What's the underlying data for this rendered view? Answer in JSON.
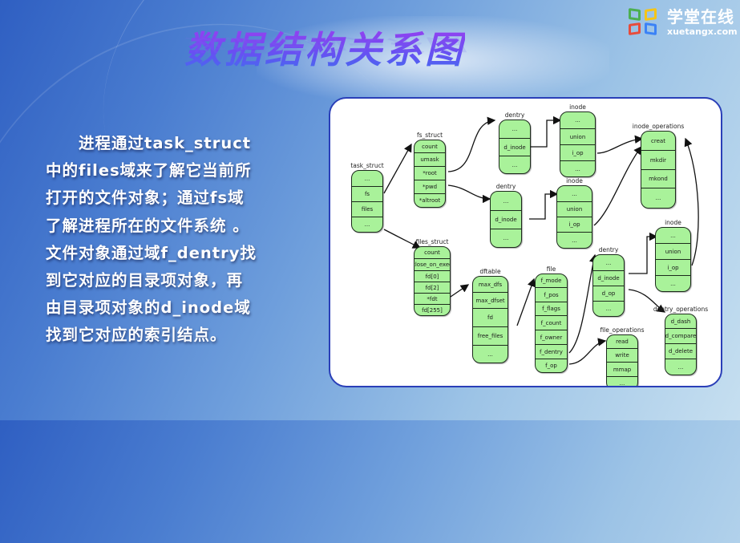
{
  "slide": {
    "title": "数据结构关系图",
    "brand": {
      "name_cn": "学堂在线",
      "name_en": "xuetangx.com",
      "colors": [
        "#4caf50",
        "#f5c518",
        "#e74c3c",
        "#3b82f6"
      ]
    },
    "description": [
      "　　进程通过task_struct",
      "中的files域来了解它当前所",
      "打开的文件对象；通过fs域",
      "了解进程所在的文件系统 。",
      "文件对象通过域f_dentry找",
      "到它对应的目录项对象，再",
      "由目录项对象的d_inode域",
      "找到它对应的索引结点。"
    ]
  },
  "diagram": {
    "colors": {
      "box_fill": "#a9f29a",
      "panel_border": "#2a3fb8"
    },
    "structs": {
      "task_struct": {
        "name": "task_struct",
        "fields": [
          "...",
          "fs",
          "files",
          "..."
        ]
      },
      "fs_struct": {
        "name": "fs_struct",
        "fields": [
          "count",
          "umask",
          "*root",
          "*pwd",
          "*altroot"
        ]
      },
      "dentry1": {
        "name": "dentry",
        "fields": [
          "...",
          "d_inode",
          "..."
        ]
      },
      "inode1": {
        "name": "inode",
        "fields": [
          "...",
          "union",
          "i_op",
          "..."
        ]
      },
      "dentry2": {
        "name": "dentry",
        "fields": [
          "...",
          "d_inode",
          "..."
        ]
      },
      "inode2": {
        "name": "inode",
        "fields": [
          "...",
          "union",
          "i_op",
          "..."
        ]
      },
      "inode_operations": {
        "name": "inode_operations",
        "fields": [
          "creat",
          "mkdir",
          "mkond",
          "..."
        ]
      },
      "files_struct": {
        "name": "files_struct",
        "fields": [
          "count",
          "close_on_exec",
          "fd[0]",
          "fd[2]",
          "*fdt",
          "fd[255]"
        ]
      },
      "dftable": {
        "name": "dftable",
        "fields": [
          "max_dfs",
          "max_dfset",
          "fd",
          "free_files",
          "..."
        ]
      },
      "file": {
        "name": "file",
        "fields": [
          "f_mode",
          "f_pos",
          "f_flags",
          "f_count",
          "f_owner",
          "f_dentry",
          "f_op"
        ]
      },
      "dentry3": {
        "name": "dentry",
        "fields": [
          "...",
          "d_inode",
          "d_op",
          "..."
        ]
      },
      "inode3": {
        "name": "inode",
        "fields": [
          "...",
          "union",
          "i_op",
          "..."
        ]
      },
      "dentry_operations": {
        "name": "dentry_operations",
        "fields": [
          "d_dash",
          "d_compare",
          "d_delete",
          "..."
        ]
      },
      "file_operations": {
        "name": "file_operations",
        "fields": [
          "read",
          "write",
          "mmap",
          "..."
        ]
      }
    }
  }
}
